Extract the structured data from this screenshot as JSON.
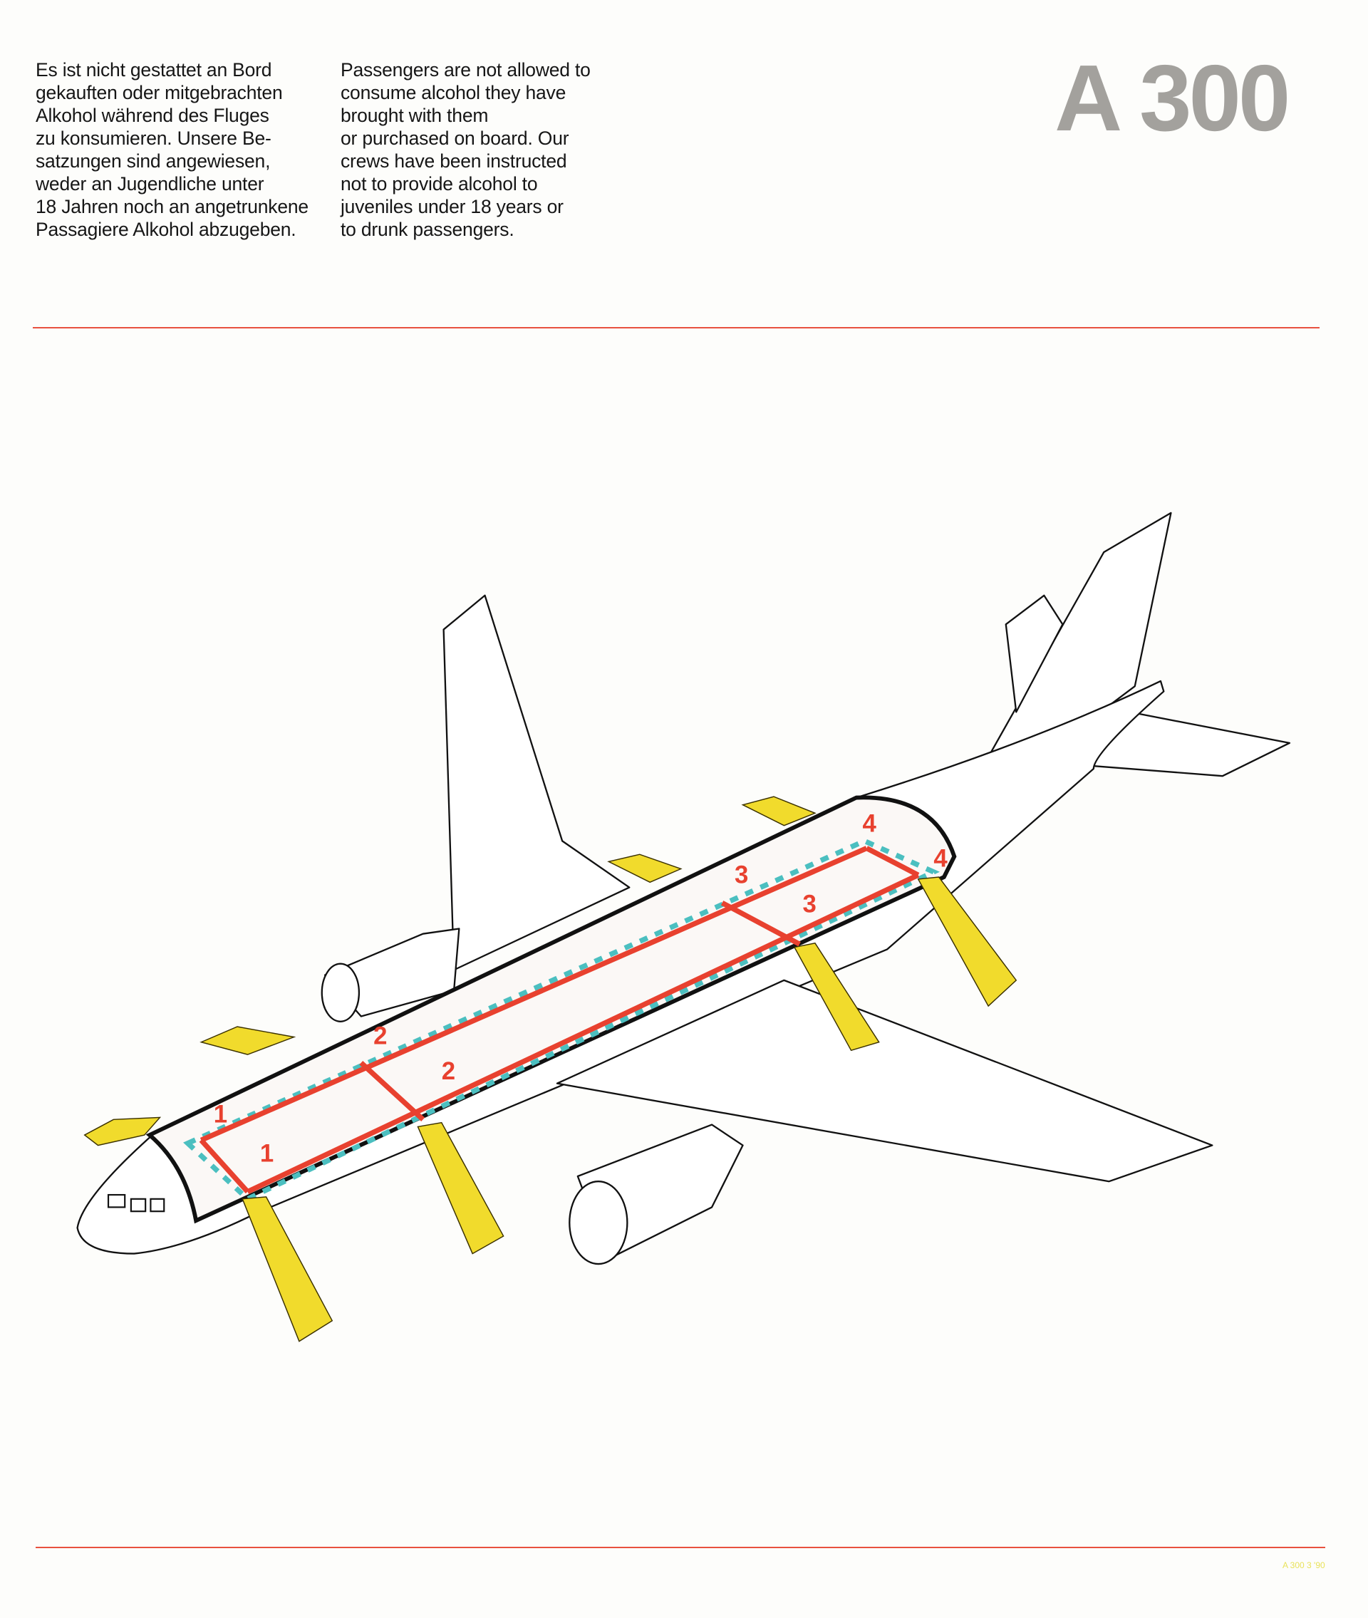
{
  "notice": {
    "german_lines": [
      "Es ist nicht gestattet an Bord",
      "gekauften oder mitgebrachten",
      "Alkohol während des Fluges",
      "zu konsumieren. Unsere Be-",
      "satzungen sind angewiesen,",
      "weder an Jugendliche unter",
      "18 Jahren noch an angetrunkene",
      "Passagiere Alkohol abzugeben."
    ],
    "english_lines": [
      "Passengers are not allowed to",
      "consume alcohol they have",
      "brought with them",
      "or purchased on board. Our",
      "crews have been instructed",
      "not to provide alcohol to",
      "juveniles under 18 years or",
      "to drunk passengers."
    ]
  },
  "title": "A 300",
  "diagram": {
    "exit_labels": [
      "1",
      "1",
      "2",
      "2",
      "3",
      "3",
      "4",
      "4"
    ],
    "colors": {
      "route": "#e8412f",
      "aisle": "#4bbfc0",
      "slide": "#f1db2c",
      "outline": "#111111"
    }
  },
  "footer_code": "A 300 3 '90"
}
